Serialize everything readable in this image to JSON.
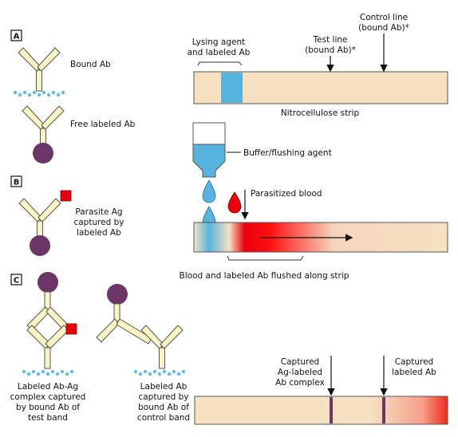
{
  "panels": [
    "A",
    "B",
    "C"
  ],
  "labels": {
    "bound_ab": "Bound Ab",
    "free_labeled_ab": "Free labeled Ab",
    "lysing_agent": [
      "Lysing agent",
      "and labeled Ab"
    ],
    "test_line": [
      "Test line",
      "(bound Ab)*"
    ],
    "control_line": [
      "Control line",
      "(bound Ab)*"
    ],
    "nitrocellulose_strip": "Nitrocellulose strip",
    "buffer": "Buffer/flushing agent",
    "parasite_ag": [
      "Parasite Ag",
      "captured by",
      "labeled Ab"
    ],
    "parasitized_blood": "Parasitized blood",
    "flushed": "Blood and labeled Ab flushed along strip",
    "complex_test": [
      "Labeled Ab-Ag",
      "complex captured",
      "by bound Ab of",
      "test band"
    ],
    "complex_control": [
      "Labeled Ab",
      "captured by",
      "bound Ab of",
      "control band"
    ],
    "captured_complex": [
      "Captured",
      "Ag-labeled",
      "Ab complex"
    ],
    "captured_labeled": [
      "Captured",
      "labeled Ab"
    ]
  },
  "colors": {
    "strip": "#f6e1c1",
    "lysing_pad": "#56b4de",
    "buffer": "#56b4de",
    "blood": "#e8000b",
    "label_bead": "#6b3566",
    "antigen": "#e8000b",
    "antibody": "#f8f5c2",
    "band": "#6b3566",
    "dots": "#5bbfe8"
  }
}
